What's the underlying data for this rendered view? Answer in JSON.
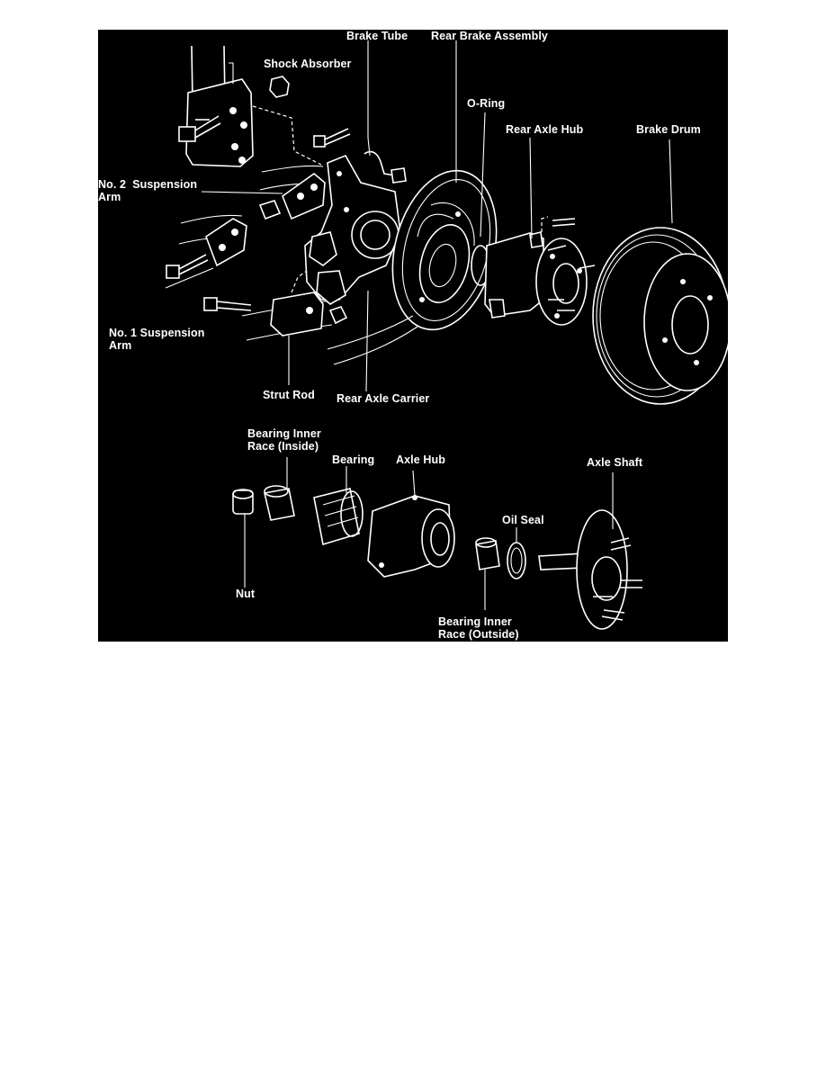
{
  "diagram": {
    "labels": {
      "brake_tube": "Brake Tube",
      "rear_brake_assembly": "Rear Brake Assembly",
      "shock_absorber": "Shock Absorber",
      "o_ring": "O-Ring",
      "rear_axle_hub": "Rear Axle Hub",
      "brake_drum": "Brake Drum",
      "no2_suspension_arm": "No. 2  Suspension\nArm",
      "no1_suspension_arm": "No. 1 Suspension\nArm",
      "strut_rod": "Strut Rod",
      "rear_axle_carrier": "Rear Axle Carrier",
      "bearing_inner_race_inside": "Bearing Inner\nRace (Inside)",
      "bearing": "Bearing",
      "axle_hub": "Axle Hub",
      "axle_shaft": "Axle Shaft",
      "oil_seal": "Oil Seal",
      "nut": "Nut",
      "bearing_inner_race_outside": "Bearing Inner\nRace (Outside)"
    },
    "colors": {
      "background": "#000000",
      "ink": "#ffffff",
      "page": "#ffffff"
    }
  }
}
